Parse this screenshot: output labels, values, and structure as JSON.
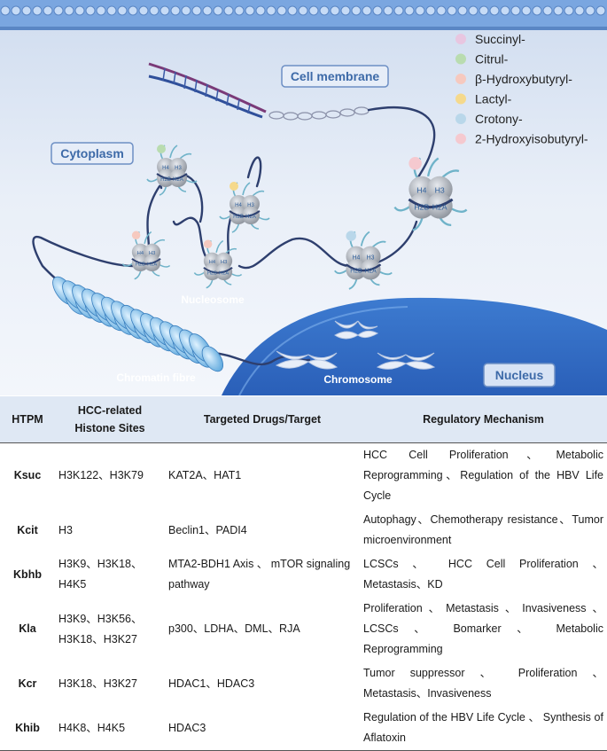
{
  "figure": {
    "labels": {
      "cell_membrane": "Cell membrane",
      "cytoplasm": "Cytoplasm",
      "nucleosome": "Nucleosome",
      "chromatin_fibre": "Chromatin fibre",
      "chromosome": "Chromosome",
      "nucleus": "Nucleus"
    },
    "histones": {
      "h2a": "H2A",
      "h2b": "H2B",
      "h3": "H3",
      "h4": "H4"
    },
    "legend": [
      {
        "label": "Succinyl-",
        "color": "#e8c6e0"
      },
      {
        "label": "Citrul-",
        "color": "#b9dcb0"
      },
      {
        "label": "β-Hydroxybutyryl-",
        "color": "#f6c9bf"
      },
      {
        "label": "Lactyl-",
        "color": "#f5d98c"
      },
      {
        "label": "Crotony-",
        "color": "#b9d7ea"
      },
      {
        "label": "2-Hydroxyisobutyryl-",
        "color": "#f5c9cf"
      }
    ]
  },
  "table": {
    "headers": {
      "htpm": "HTPM",
      "sites_line1": "HCC-related",
      "sites_line2": "Histone Sites",
      "drugs": "Targeted Drugs/Target",
      "mechanism": "Regulatory Mechanism"
    },
    "rows": [
      {
        "htpm": "Ksuc",
        "sites": "H3K122、H3K79",
        "drugs": "KAT2A、HAT1",
        "mechanism": "HCC Cell Proliferation、Metabolic Reprogramming、Regulation of the HBV Life Cycle"
      },
      {
        "htpm": "Kcit",
        "sites": "H3",
        "drugs": "Beclin1、PADI4",
        "mechanism": "Autophagy、Chemotherapy resistance、Tumor microenvironment"
      },
      {
        "htpm": "Kbhb",
        "sites": "H3K9、H3K18、H4K5",
        "drugs": "MTA2-BDH1 Axis 、 mTOR signaling pathway",
        "mechanism": "LCSCs 、 HCC Cell Proliferation 、 Metastasis、KD"
      },
      {
        "htpm": "Kla",
        "sites": "H3K9、H3K56、H3K18、H3K27",
        "drugs": "p300、LDHA、DML、RJA",
        "mechanism": "Proliferation、Metastasis、Invasiveness、LCSCs 、 Bomarker 、 Metabolic Reprogramming"
      },
      {
        "htpm": "Kcr",
        "sites": "H3K18、H3K27",
        "drugs": "HDAC1、HDAC3",
        "mechanism": "Tumor suppressor 、 Proliferation 、 Metastasis、Invasiveness"
      },
      {
        "htpm": "Khib",
        "sites": "H4K8、H4K5",
        "drugs": "HDAC3",
        "mechanism": "Regulation of the HBV Life Cycle 、 Synthesis of Aflatoxin"
      }
    ]
  }
}
